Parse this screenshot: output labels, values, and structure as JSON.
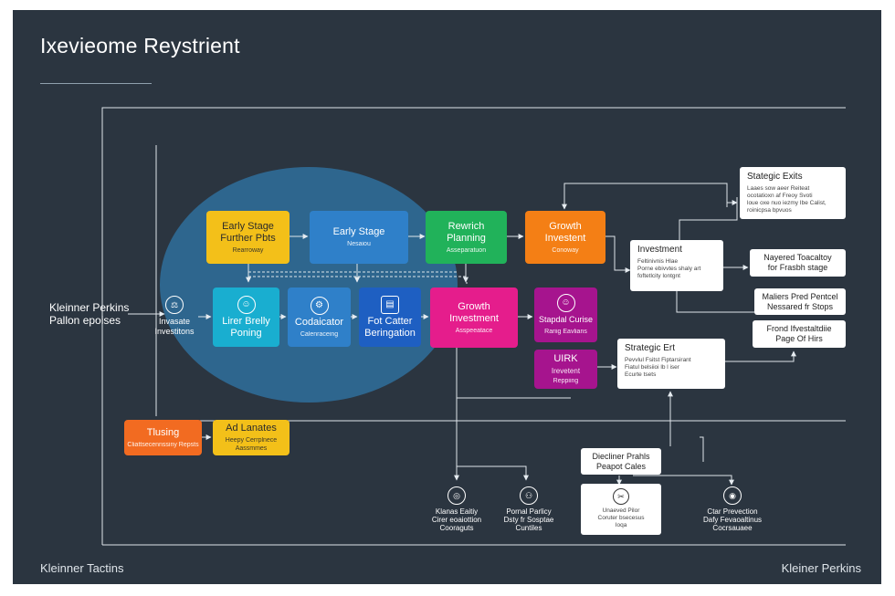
{
  "title": "Ixevieome Reystrient",
  "footer": {
    "left": "Kleinner Tactins",
    "right": "Kleiner Perkins"
  },
  "colors": {
    "background": "#2b3540",
    "blob": "#2f6f9c",
    "yellow": "#f3c019",
    "blue": "#2f80c9",
    "green": "#21b25a",
    "orange": "#f47f15",
    "cyan": "#19aed0",
    "pink": "#e51d8c",
    "purple": "#a6148e"
  },
  "left_label": {
    "line1": "Kleinner Perkins",
    "line2": "Pallon epoises"
  },
  "private_investors": {
    "icon": "balance-icon",
    "line1": "Invasate",
    "line2": "Investitons"
  },
  "top_row": [
    {
      "title": "Early Stage",
      "title2": "Further Pbts",
      "sub": "Rearroway"
    },
    {
      "title": "Early Stage",
      "title2": "",
      "sub": "Nesaiou"
    },
    {
      "title": "Rewrich",
      "title2": "Planning",
      "sub": "Asseparatuon"
    },
    {
      "title": "Growth",
      "title2": "Investent",
      "sub": "Conoway"
    }
  ],
  "mid_row": [
    {
      "icon": "person-icon",
      "title": "Lirer Brelly",
      "title2": "Poning",
      "sub": ""
    },
    {
      "icon": "gear-icon",
      "title": "Codaicator",
      "title2": "",
      "sub": "Calenraceing"
    },
    {
      "icon": "document-icon",
      "title": "Fot Catter",
      "title2": "Beringation",
      "sub": ""
    },
    {
      "icon": "",
      "title": "Growth",
      "title2": "Investment",
      "sub": "Asspeeatace"
    },
    {
      "icon": "person-icon",
      "title": "Stapdal Curise",
      "title2": "",
      "sub": "Rariig Eavlians"
    },
    {
      "icon": "",
      "title": "UIRK",
      "title2": "Irevetent",
      "sub": "Reppiing"
    }
  ],
  "bottom_left": [
    {
      "title": "Tlusing",
      "sub": "Cliattsecennssiny Repsts"
    },
    {
      "title": "Ad Lanates",
      "sub": "Heepy Cerrplnece Aassmmes"
    }
  ],
  "right_boxes": {
    "strategic_exits": {
      "title": "Stategic Exits",
      "lines": [
        "Laaes sow aeer Reiteat",
        "ocotatioxn af Freoy Svoti",
        "loue oxe nuo iezmy Ibe Calist,",
        "roinicpsa bpvuos"
      ]
    },
    "investment": {
      "title": "Investment",
      "lines": [
        "Feltinivnis Hlae",
        "Porne ebivvtes shaly art",
        "foftetlcity lontgnt"
      ]
    },
    "strategic_exit2": {
      "title": "Strategic Ert",
      "lines": [
        "Pevvlul Fsitst Fiptarsirant",
        "Fiatul belsiioi lb l iser",
        "Ecurte tsets"
      ]
    },
    "naysered": {
      "line1": "Nayered Toacaltoy",
      "line2": "for Frasbh stage"
    },
    "maliers": {
      "line1": "Maliers Pred Pentcel",
      "line2": "Nessared fr Stops"
    },
    "frond": {
      "line1": "Frond Ifvestaltdiie",
      "line2": "Page Of Hirs"
    },
    "diecliner": {
      "line1": "Diecliner Prahls",
      "line2": "Peapot Cales"
    },
    "unaved": {
      "lines": [
        "Unaeved Pilor",
        "Coruter bsecesus",
        "Ioqa"
      ]
    }
  },
  "bottom_items": [
    {
      "icon": "globe-icon",
      "line1": "Klanas Eaitiy",
      "line2": "Cirer eoaiottion",
      "line3": "Cooraguts"
    },
    {
      "icon": "people-icon",
      "line1": "Pornal Parlicy",
      "line2": "Dsty fr Sosptae",
      "line3": "Cuntiles"
    },
    {
      "icon": "target-icon",
      "line1": "Ctar Prevection",
      "line2": "Dafy Fevaoaltinus",
      "line3": "Cocrsauaee"
    }
  ]
}
